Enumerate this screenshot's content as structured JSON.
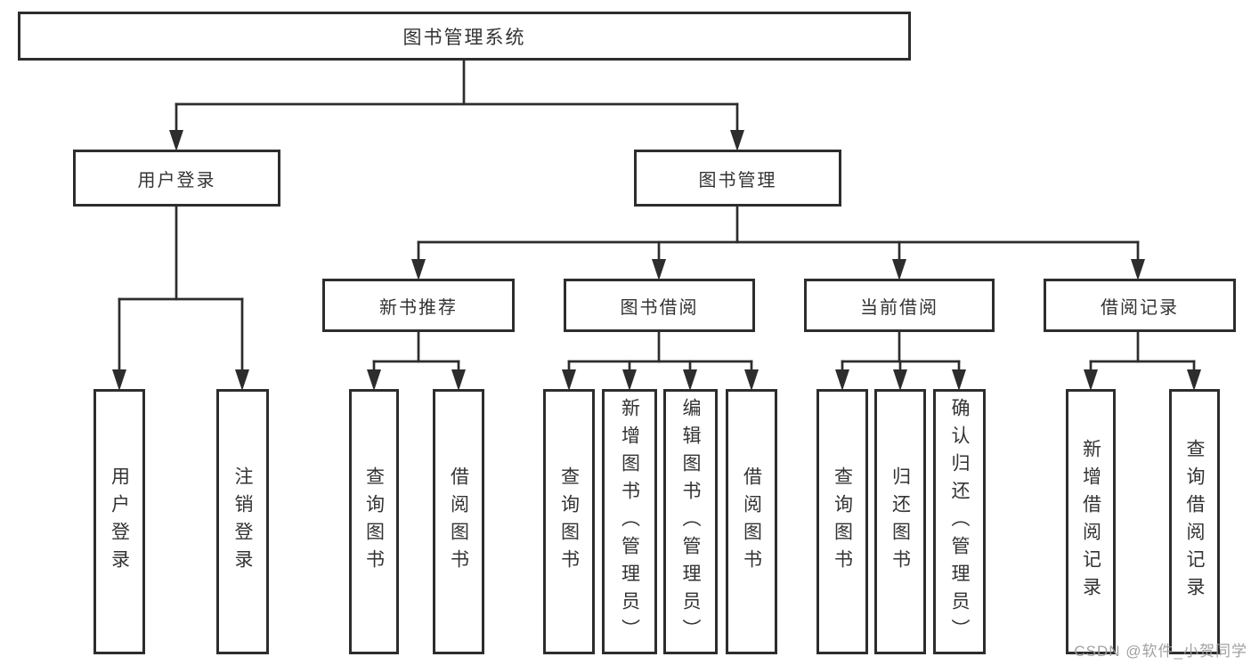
{
  "diagram": {
    "root": {
      "label": "图书管理系统",
      "children": [
        {
          "label": "用户登录",
          "children": [
            {
              "label": "用户登录"
            },
            {
              "label": "注销登录"
            }
          ]
        },
        {
          "label": "图书管理",
          "children": [
            {
              "label": "新书推荐",
              "children": [
                {
                  "label": "查询图书"
                },
                {
                  "label": "借阅图书"
                }
              ]
            },
            {
              "label": "图书借阅",
              "children": [
                {
                  "label": "查询图书"
                },
                {
                  "label": "新增图书（管理员）"
                },
                {
                  "label": "编辑图书（管理员）"
                },
                {
                  "label": "借阅图书"
                }
              ]
            },
            {
              "label": "当前借阅",
              "children": [
                {
                  "label": "查询图书"
                },
                {
                  "label": "归还图书"
                },
                {
                  "label": "确认归还（管理员）"
                }
              ]
            },
            {
              "label": "借阅记录",
              "children": [
                {
                  "label": "新增借阅记录"
                },
                {
                  "label": "查询借阅记录"
                }
              ]
            }
          ]
        }
      ]
    }
  },
  "watermark": {
    "text": "CSDN @软件_小贺同学"
  },
  "colors": {
    "line": "#2d2d2d",
    "text": "#333333",
    "box_background": "#ffffff",
    "background": "#ffffff",
    "watermark": "#9c9c9c"
  }
}
